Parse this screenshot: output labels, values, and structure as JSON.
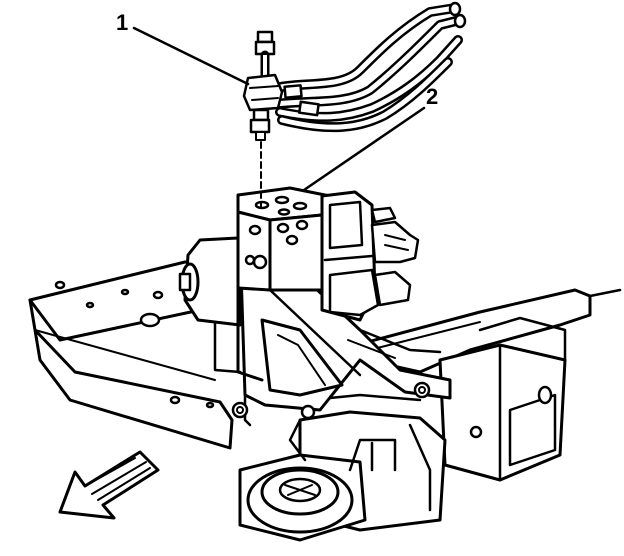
{
  "callouts": [
    {
      "label": "1",
      "part": "brake-pipe-fitting"
    },
    {
      "label": "2",
      "part": "abs-modulator-assembly"
    }
  ],
  "colors": {
    "ink": "#000000",
    "paper": "#ffffff"
  },
  "icons": {
    "direction": "front-arrow-icon"
  }
}
